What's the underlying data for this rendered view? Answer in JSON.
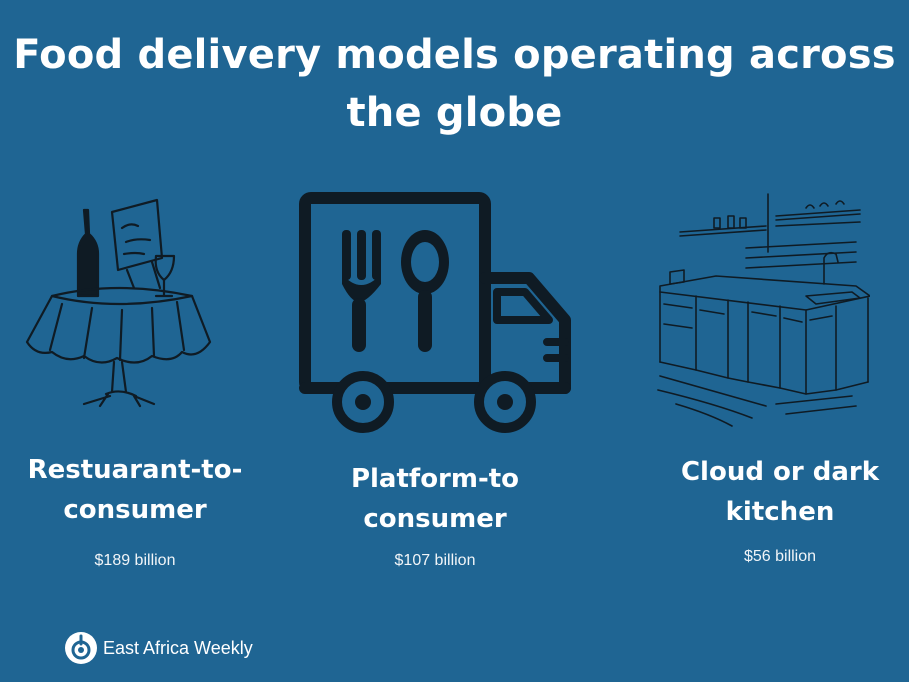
{
  "title": "Food delivery models operating across the globe",
  "models": [
    {
      "label": "Restuarant-to-consumer",
      "value": "$189 billion",
      "icon": "restaurant-table-icon"
    },
    {
      "label": "Platform-to consumer",
      "value": "$107 billion",
      "icon": "delivery-truck-icon"
    },
    {
      "label": "Cloud or dark kitchen",
      "value": "$56 billion",
      "icon": "kitchen-icon"
    }
  ],
  "brand": {
    "name": "East Africa Weekly",
    "icon": "east-africa-weekly-logo-icon"
  },
  "colors": {
    "background": "#1f6593",
    "text": "#ffffff",
    "icon": "#0f1b24"
  }
}
